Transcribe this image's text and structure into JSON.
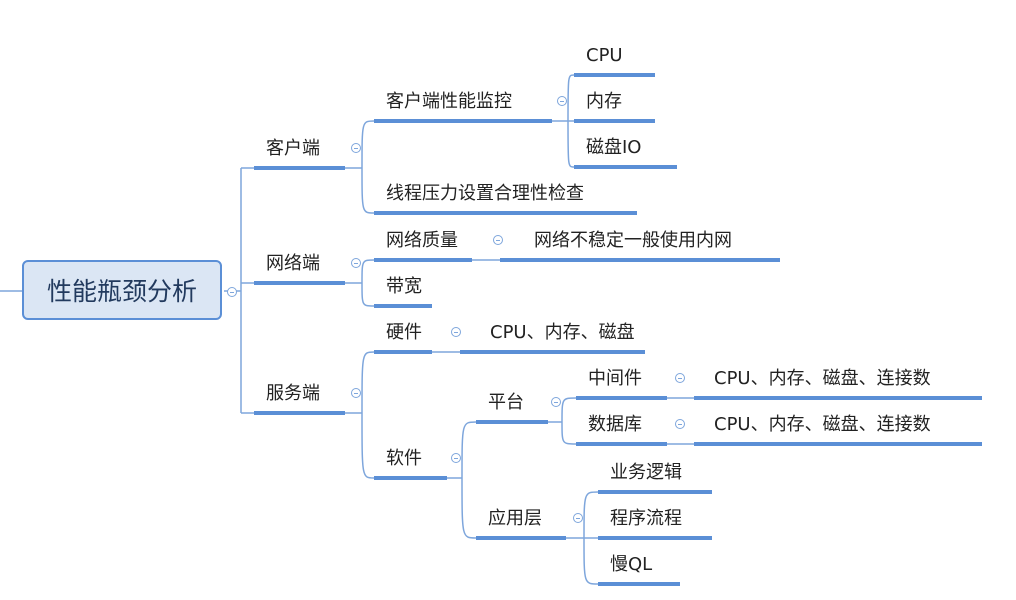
{
  "title": "性能瓶颈分析",
  "colors": {
    "line": "#5b8fd6",
    "thin_line": "#7ea6dc",
    "root_fill": "#dbe6f4",
    "text": "#222222"
  },
  "root": {
    "label": "性能瓶颈分析",
    "children": [
      {
        "label": "客户端",
        "children": [
          {
            "label": "客户端性能监控",
            "children": [
              {
                "label": "CPU"
              },
              {
                "label": "内存"
              },
              {
                "label": "磁盘IO"
              }
            ]
          },
          {
            "label": "线程压力设置合理性检查"
          }
        ]
      },
      {
        "label": "网络端",
        "children": [
          {
            "label": "网络质量",
            "children": [
              {
                "label": "网络不稳定一般使用内网"
              }
            ]
          },
          {
            "label": "带宽"
          }
        ]
      },
      {
        "label": "服务端",
        "children": [
          {
            "label": "硬件",
            "children": [
              {
                "label": "CPU、内存、磁盘"
              }
            ]
          },
          {
            "label": "软件",
            "children": [
              {
                "label": "平台",
                "children": [
                  {
                    "label": "中间件",
                    "children": [
                      {
                        "label": "CPU、内存、磁盘、连接数"
                      }
                    ]
                  },
                  {
                    "label": "数据库",
                    "children": [
                      {
                        "label": "CPU、内存、磁盘、连接数"
                      }
                    ]
                  }
                ]
              },
              {
                "label": "应用层",
                "children": [
                  {
                    "label": "业务逻辑"
                  },
                  {
                    "label": "程序流程"
                  },
                  {
                    "label": "慢QL"
                  }
                ]
              }
            ]
          }
        ]
      }
    ]
  }
}
